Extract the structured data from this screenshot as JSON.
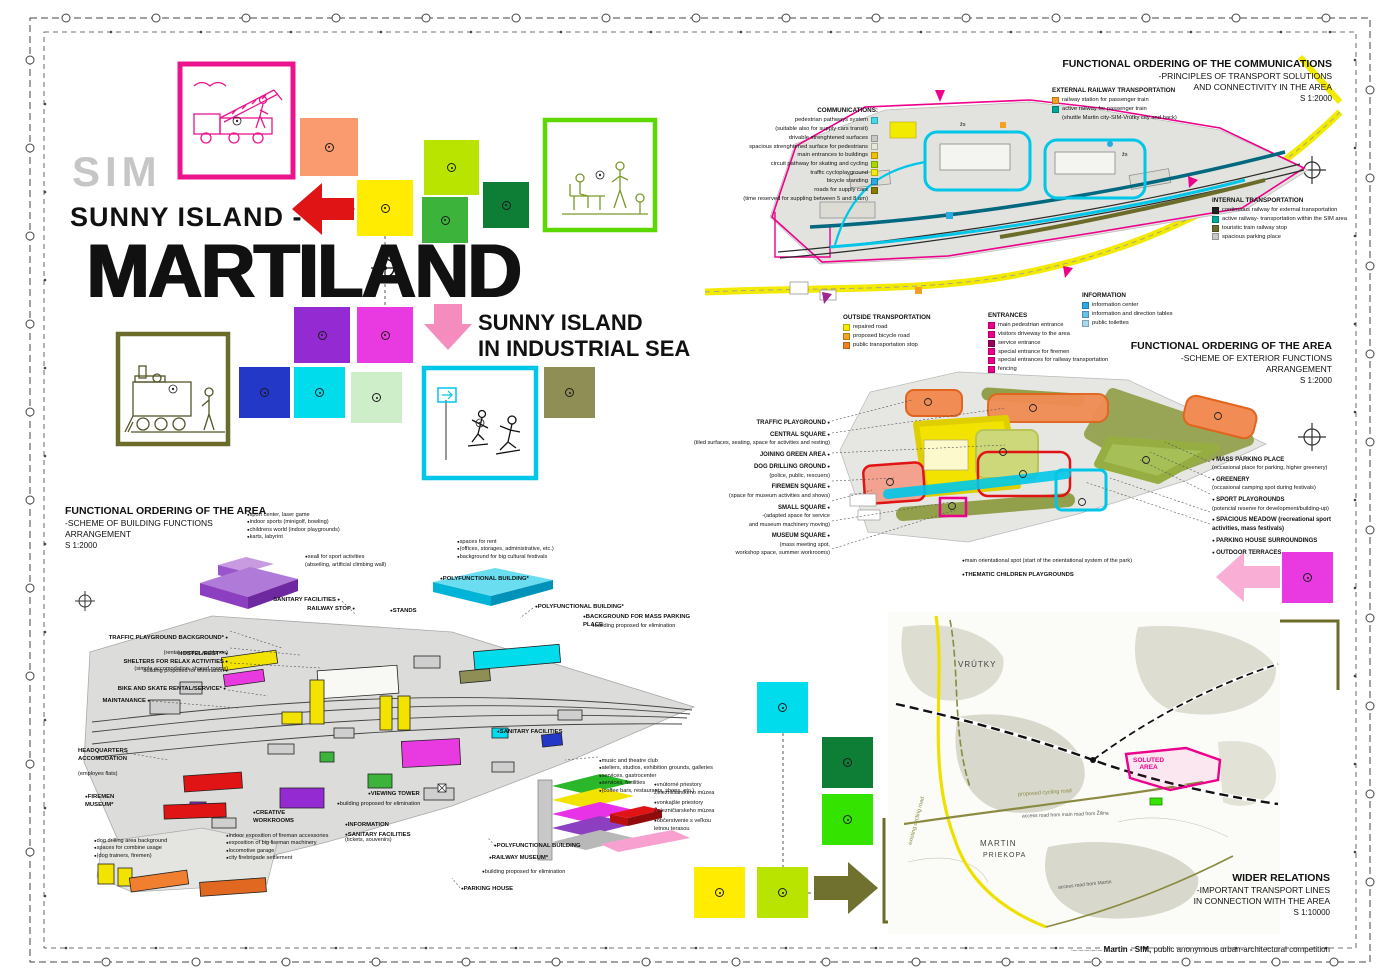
{
  "header": {
    "sim": "SIM",
    "line1": "SUNNY ISLAND -",
    "line2": "MARTILAND",
    "sub": "SUNNY ISLAND\nIN INDUSTRIAL SEA"
  },
  "footer": {
    "bold": "Martin - SIM,",
    "text": " public anonymous urban-architectural competition"
  },
  "palette": {
    "salmon": "#f99b6e",
    "chartreuse": "#b8e400",
    "yellow": "#ffec00",
    "green": "#3cb43c",
    "dark_green": "#0e7e36",
    "purple": "#942ad2",
    "magenta": "#e93ae2",
    "blue": "#2438c8",
    "cyan": "#00dcec",
    "pale_green": "#cdeec8",
    "olive": "#8e8e55",
    "bright_green": "#35e300",
    "red_arrow": "#e01414",
    "pink_arrow": "#f48cbe",
    "pale_pink_arrow": "#f9aed6",
    "olive_arrow": "#70702f"
  },
  "sections": {
    "communications": {
      "title": "FUNCTIONAL ORDERING OF THE COMMUNICATIONS",
      "sub": "-PRINCIPLES OF TRANSPORT SOLUTIONS\nAND CONNECTIVITY IN THE AREA",
      "scale": "S 1:2000"
    },
    "exterior": {
      "title": "FUNCTIONAL ORDERING OF THE AREA",
      "sub": "-SCHEME OF EXTERIOR FUNCTIONS\nARRANGEMENT",
      "scale": "S 1:2000"
    },
    "building": {
      "title": "FUNCTIONAL ORDERING OF THE AREA",
      "sub": "-SCHEME OF BUILDING FUNCTIONS\nARRANGEMENT",
      "scale": "S 1:2000"
    },
    "wider": {
      "title": "WIDER RELATIONS",
      "sub": "-IMPORTANT TRANSPORT LINES\nIN CONNECTION WITH THE AREA",
      "scale": "S 1:10000"
    }
  },
  "legend_communications": {
    "header": "COMMUNICATIONS:",
    "items": [
      {
        "t": "pedestrian pathways system",
        "c": "#45d9e8"
      },
      {
        "t": "(suitable also for supply cars transit)",
        "c": ""
      },
      {
        "t": "drivable strenghtened surfaces",
        "c": "#c8c8c8"
      },
      {
        "t": "spacious strenghtened surface for pedestrians",
        "c": "#e8e8d8"
      },
      {
        "t": "main entrances to buildings",
        "c": "#f0c000"
      },
      {
        "t": "circuit pathway for skating and cycling",
        "c": "#a8d800"
      },
      {
        "t": "traffic cycloplayground",
        "c": "#f5ea00"
      },
      {
        "t": "bicycle standing",
        "c": "#29abe2"
      },
      {
        "t": "roads for supply cars",
        "c": "#8a7a00"
      },
      {
        "t": "(time reserved for suppling between  5 and 8 am)",
        "c": ""
      }
    ]
  },
  "legend_external_railway": {
    "header": "EXTERNAL RAILWAY TRANSPORTATION",
    "items": [
      {
        "t": "railway station for passenger train",
        "c": "#f5a020"
      },
      {
        "t": "active railway for passenger train",
        "c": "#00a89a"
      },
      {
        "t": "(shuttle Martin city-SIM-Vrútky city and back)",
        "c": ""
      }
    ]
  },
  "legend_internal": {
    "header": "INTERNAL TRANSPORTATION",
    "items": [
      {
        "t": "continuous railway for external transportation",
        "c": "#222222"
      },
      {
        "t": "active railway- transportation within the SIM area",
        "c": "#00a89a"
      },
      {
        "t": "touristic train railway stop",
        "c": "#6b6b2a"
      },
      {
        "t": "spacious parking place",
        "c": "#c8c8c8"
      }
    ]
  },
  "legend_information": {
    "header": "INFORMATION",
    "items": [
      {
        "t": "information center",
        "c": "#29abe2"
      },
      {
        "t": "information and direction tables",
        "c": "#6ac0e8"
      },
      {
        "t": "public toilettes",
        "c": "#a8d8f0"
      }
    ]
  },
  "legend_entrances": {
    "header": "ENTRANCES",
    "items": [
      {
        "t": "main pedestrian entrance",
        "c": "#ec008c"
      },
      {
        "t": "visitors driveway to the area",
        "c": "#ec008c"
      },
      {
        "t": "service entrance",
        "c": "#9e005d"
      },
      {
        "t": "special entrance for firemen",
        "c": "#ec008c"
      },
      {
        "t": "special entrances for railway transportation",
        "c": "#ec008c"
      },
      {
        "t": "fencing",
        "c": "#ec008c"
      }
    ]
  },
  "legend_outside": {
    "header": "OUTSIDE TRANSPORTATION",
    "items": [
      {
        "t": "repaired road",
        "c": "#f5ea00"
      },
      {
        "t": "proposed bicycle road",
        "c": "#f5a020"
      },
      {
        "t": "public transportation stop",
        "c": "#f08020"
      }
    ]
  },
  "exterior_labels": {
    "left": [
      {
        "t": "TRAFFIC PLAYGROUND",
        "b": true
      },
      {
        "t": "CENTRAL SQUARE",
        "b": true
      },
      {
        "t": "(tiled surfaces, seating, space for activities and resting)"
      },
      {
        "t": "JOINING GREEN AREA",
        "b": true
      },
      {
        "t": "DOG DRILLING GROUND",
        "b": true
      },
      {
        "t": "(police, public, rescuers)"
      },
      {
        "t": "FIREMEN SQUARE",
        "b": true
      },
      {
        "t": "(space for museum activities and shows)"
      },
      {
        "t": "SMALL SQUARE",
        "b": true
      },
      {
        "t": "-(adapted space for service\nand museum machinery moving)"
      },
      {
        "t": "MUSEUM SQUARE",
        "b": true
      },
      {
        "t": "(mass meeting spot,\nworkshop space, summer workrooms)"
      }
    ],
    "right": [
      {
        "t": "MASS PARKING PLACE",
        "b": true
      },
      {
        "t": "(occasional place for parking, higher greenery)"
      },
      {
        "t": "GREENERY",
        "b": true
      },
      {
        "t": "(occasional camping spot during festivals)"
      },
      {
        "t": "SPORT PLAYGROUNDS",
        "b": true
      },
      {
        "t": "(potencial reserve for development/building-up)"
      },
      {
        "t": "SPACIOUS MEADOW (recreational sport activities, mass festivals)",
        "b": true
      },
      {
        "t": "PARKING HOUSE SURROUNDINGS",
        "b": true
      },
      {
        "t": "OUTDOOR TERRACES",
        "b": true
      }
    ],
    "orient": "main orientational spot (start of the orientational system of the park)",
    "thematic": "THEMATIC CHILDREN PLAYGROUNDS"
  },
  "building_labels": {
    "axon_a": [
      "sport center, laser game",
      "indoor sports (minigolf, bowling)",
      "childrens world (indoor playgrounds)",
      "karts, labyrint"
    ],
    "axon_a2": "seall for sport activities\n(abseiling, artificial climbing wall)",
    "axon_b": [
      "spaces for rent",
      "(offices, storages, administrative, etc.)",
      "background for big cultural festivals"
    ],
    "sanitary_top": "SANITARY FACILITIES",
    "railway_stop": "RAILWAY STOP",
    "stands": "STANDS",
    "poly_axon": "POLYFUNCTIONAL BUILDING*",
    "poly_right": "POLYFUNCTIONAL BUILDING*",
    "bg_mass": "BACKGROUND FOR MASS PARKING PLACE",
    "elim": "building proposed for elimination",
    "traffic_bg_head": "TRAFFIC PLAYGROUND BACKGROUND*",
    "traffic_bg_sub": "(rental, service, guidance)",
    "hostel_head": "HOSTEL/REST**",
    "hostel_sub": "(simple accomodation, shared rooms)",
    "shelters": "SHELTERS FOR RELAX ACTIVITIES",
    "bike": "BIKE AND SKATE RENTAL/SERVICE*",
    "maint": "MAINTANANCE",
    "hq_head": "HEADQUARTERS\nACCOMODATION",
    "hq_sub": "(employes flats)",
    "firemen": "FIREMEN\nMUSEUM*",
    "dog": [
      "dog drilling area background",
      "spaces for combine usage",
      "(dog trainers, firemen)"
    ],
    "creative": "CREATIVE\nWORKROOMS",
    "fire_list": [
      "indoor exposition of fireman accessories",
      "exposition of big fireman machinery",
      "locomotive garage",
      "city firebrigade settlement"
    ],
    "info_head": "INFORMATION",
    "info_sub": "(tickets, souvenirs)",
    "sanitary_mid": "SANITARY FACILITIES",
    "viewing": "VIEWING TOWER",
    "sanitary_right": "SANITARY FACILITIES",
    "poly_bottom": "POLYFUNCTIONAL BUILDING",
    "railway_mus": "RAILWAY MUSEUM*",
    "parking": "PARKING HOUSE",
    "club": [
      "music and theatre club",
      "ateliers, studios, exhibition grounds, galleries",
      "services, gastrocenter",
      "services, facilities",
      "(coffee bars, restaurants, shops, etc.)"
    ],
    "muz1": "vnútorné priestory\nŽelezničiarskeho múzea",
    "muz2": "vonkajšie priestory\nŽelezničiarskeho múzea",
    "muz3": "občerstvenie s veľkou\nletnou terasou"
  },
  "map1": {
    "zs": "žs"
  },
  "wider_labels": {
    "vrutky": "VRÚTKY",
    "martin": "MARTIN",
    "priekopa": "PRIEKOPA",
    "soluted": "SOLUTED\nAREA",
    "prop_cyc": "proposed cycling road",
    "exist_cyc": "existing cycling road",
    "access_martin": "access road from Martin",
    "access_zilina": "access road from main road from Žilina"
  }
}
